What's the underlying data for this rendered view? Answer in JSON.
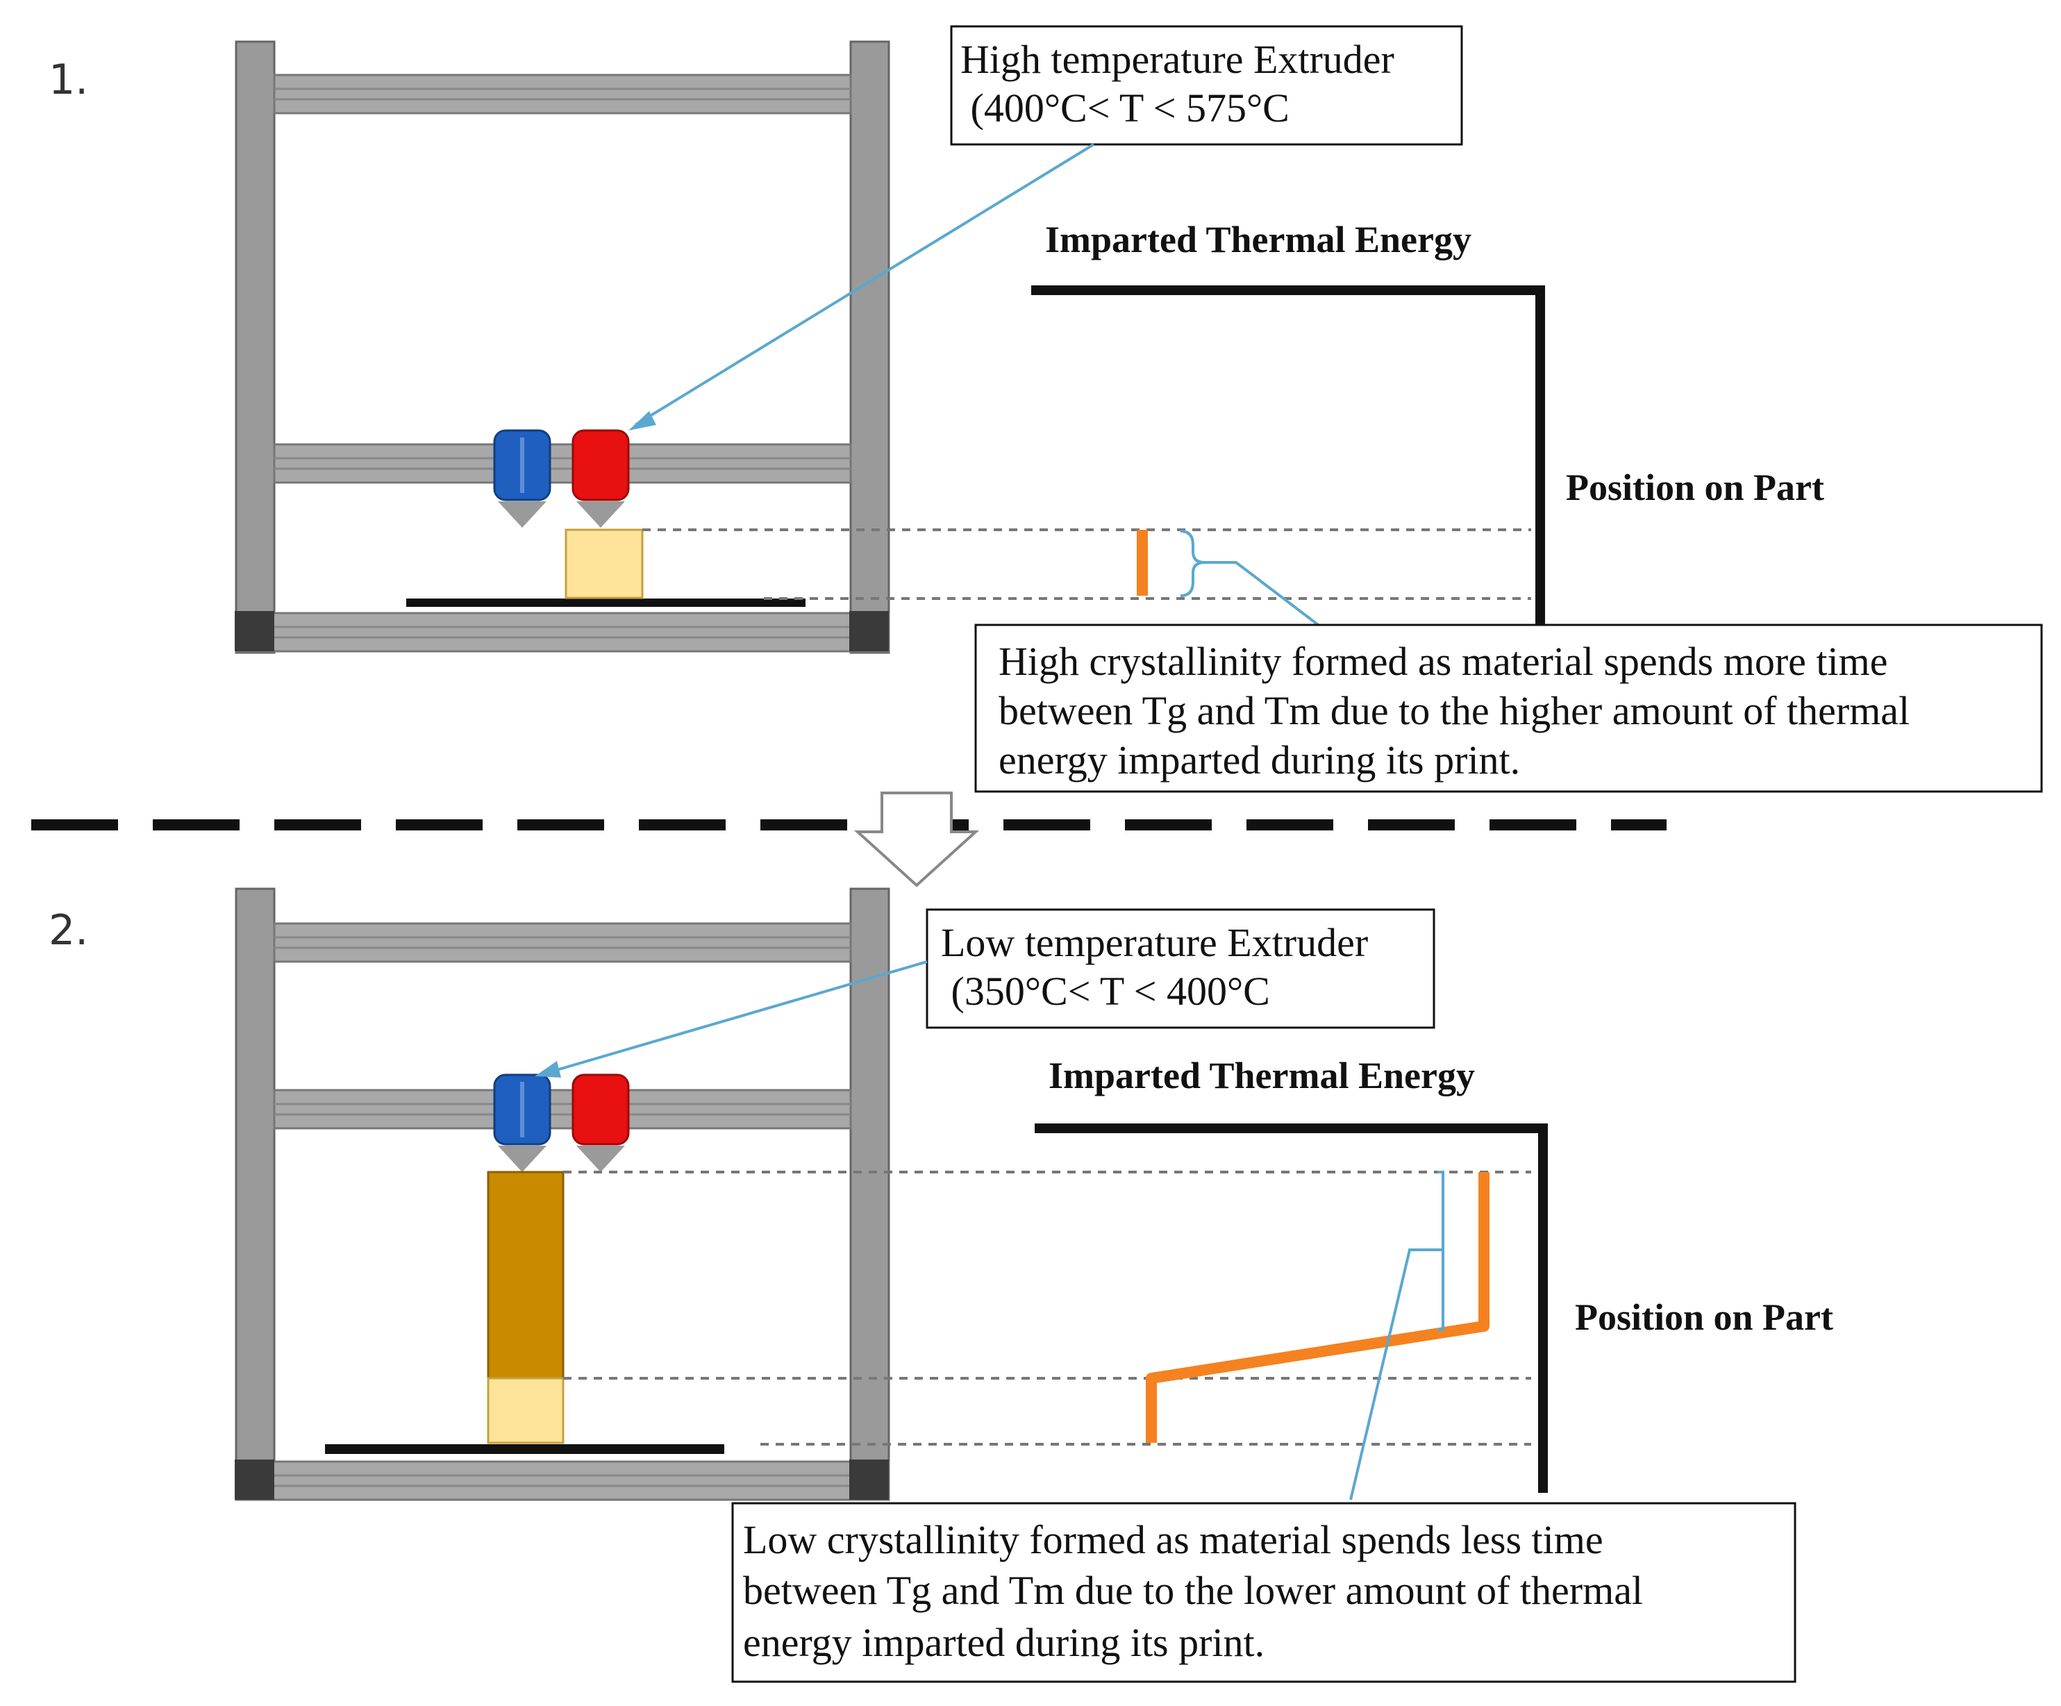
{
  "step1": {
    "number": "1.",
    "extruder_box": {
      "line1": "High temperature Extruder",
      "line2": " (400°C< T < 575°C"
    },
    "axis_x_label": "Imparted Thermal Energy",
    "axis_y_label": "Position on Part",
    "note": {
      "line1": "High crystallinity formed as material spends more time",
      "line2": "between Tg and Tm due to the higher amount of thermal",
      "line3": "energy imparted during its print."
    }
  },
  "step2": {
    "number": "2.",
    "extruder_box": {
      "line1": "Low temperature Extruder",
      "line2": " (350°C< T < 400°C"
    },
    "axis_x_label": "Imparted Thermal Energy",
    "axis_y_label": "Position on Part",
    "note": {
      "line1": "Low crystallinity formed as material spends less time",
      "line2": "between Tg and Tm due to the lower amount of thermal",
      "line3": "energy imparted during its print."
    }
  },
  "colors": {
    "frame_gray": "#9a9a9a",
    "frame_dark": "#3a3a3a",
    "extruder_blue": "#1f5fbf",
    "extruder_red": "#e81010",
    "part_light": "#fde49a",
    "part_dark": "#c98a00",
    "profile_orange": "#f58220",
    "leader_blue": "#5aa8d0"
  }
}
